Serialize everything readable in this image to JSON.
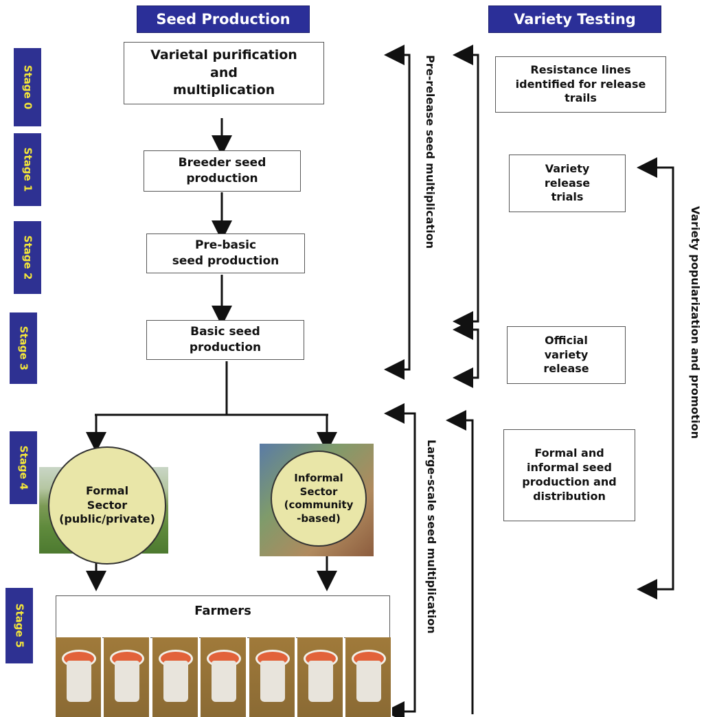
{
  "headers": {
    "seed_production": "Seed Production",
    "variety_testing": "Variety Testing"
  },
  "stages": [
    "Stage 0",
    "Stage 1",
    "Stage 2",
    "Stage 3",
    "Stage 4",
    "Stage 5"
  ],
  "seed_boxes": {
    "varietal": "Varietal purification\nand\nmultiplication",
    "breeder": "Breeder seed\nproduction",
    "prebasic": "Pre-basic\nseed production",
    "basic": "Basic seed\nproduction",
    "farmers": "Farmers"
  },
  "sectors": {
    "formal": "Formal\nSector\n(public/private)",
    "informal": "Informal\nSector\n(community\n-based)"
  },
  "testing_boxes": {
    "resistance": "Resistance lines\nidentified for release\ntrails",
    "release_trials": "Variety\nrelease\ntrials",
    "official": "Official\nvariety\nrelease",
    "formal_informal": "Formal and\ninformal seed\nproduction and\ndistribution"
  },
  "side_labels": {
    "pre_release": "Pre-release seed multiplication",
    "large_scale": "Large-scale seed multiplication",
    "popularization": "Variety popularization and promotion"
  },
  "colors": {
    "header_bg": "#2b2f98",
    "stage_bg": "#2e3192",
    "stage_text": "#f4e63a",
    "circle_fill": "#e9e6a8"
  }
}
